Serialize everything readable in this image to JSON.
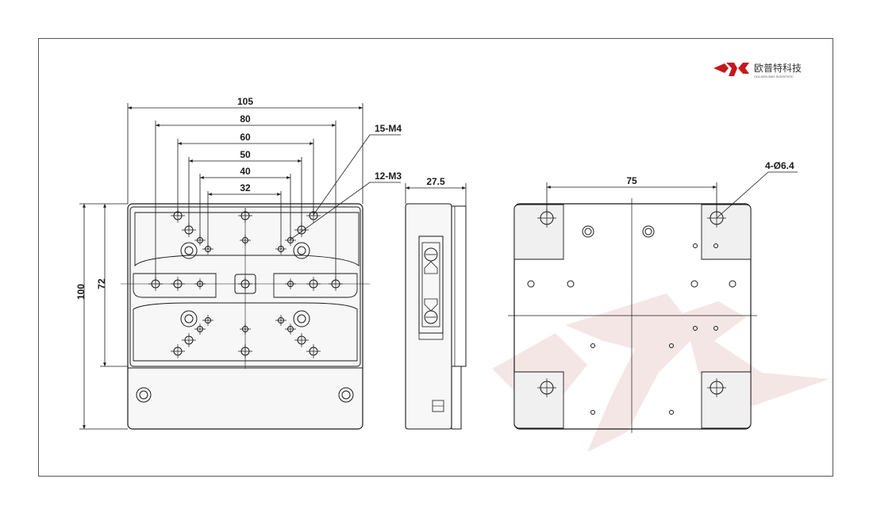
{
  "logo": {
    "cn_text": "欧普特科技",
    "en_text": "GOLDEN WAY SCIENTIFIC",
    "color": "#c8161d"
  },
  "front_view": {
    "dimensions": [
      "105",
      "80",
      "60",
      "50",
      "40",
      "32"
    ],
    "height_outer": "100",
    "height_inner": "72",
    "callout_m4": "15-M4",
    "callout_m3": "12-M3"
  },
  "side_view": {
    "width": "27.5"
  },
  "bottom_view": {
    "spacing": "75",
    "callout_holes": "4-Ø6.4"
  },
  "colors": {
    "line": "#1a1a1a",
    "plate": "#f4f4f4",
    "watermark": "#f5e6e6"
  }
}
